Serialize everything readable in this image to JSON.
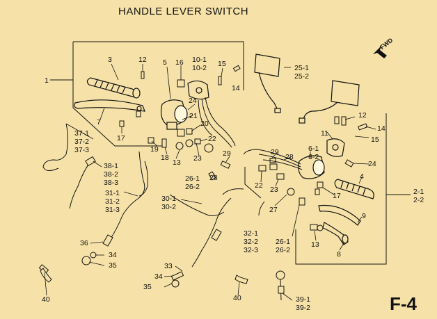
{
  "title": "HANDLE LEVER SWITCH",
  "page_code": "F-4",
  "direction_marker": "FWD",
  "callouts": [
    {
      "id": "c1",
      "text": "1"
    },
    {
      "id": "c3",
      "text": "3"
    },
    {
      "id": "c12a",
      "text": "12"
    },
    {
      "id": "c5",
      "text": "5"
    },
    {
      "id": "c16",
      "text": "16"
    },
    {
      "id": "c10",
      "text": "10-1\n10-2"
    },
    {
      "id": "c15a",
      "text": "15"
    },
    {
      "id": "c14a",
      "text": "14"
    },
    {
      "id": "c25",
      "text": "25-1\n25-2"
    },
    {
      "id": "c7",
      "text": "7"
    },
    {
      "id": "c17a",
      "text": "17"
    },
    {
      "id": "c24a",
      "text": "24"
    },
    {
      "id": "c21",
      "text": "21"
    },
    {
      "id": "c20",
      "text": "20"
    },
    {
      "id": "c22a",
      "text": "22"
    },
    {
      "id": "c19",
      "text": "19"
    },
    {
      "id": "c18",
      "text": "18"
    },
    {
      "id": "c13a",
      "text": "13"
    },
    {
      "id": "c23a",
      "text": "23"
    },
    {
      "id": "c29a",
      "text": "29"
    },
    {
      "id": "c37",
      "text": "37-1\n37-2\n37-3"
    },
    {
      "id": "c38",
      "text": "38-1\n38-2\n38-3"
    },
    {
      "id": "c26a",
      "text": "26-1\n26-2"
    },
    {
      "id": "c28",
      "text": "28"
    },
    {
      "id": "c31",
      "text": "31-1\n31-2\n31-3"
    },
    {
      "id": "c30",
      "text": "30-1\n30-2"
    },
    {
      "id": "c12b",
      "text": "12"
    },
    {
      "id": "c14b",
      "text": "14"
    },
    {
      "id": "c15b",
      "text": "15"
    },
    {
      "id": "c11",
      "text": "11"
    },
    {
      "id": "c29b",
      "text": "29"
    },
    {
      "id": "c28b",
      "text": "28"
    },
    {
      "id": "c6",
      "text": "6-1\n6-2"
    },
    {
      "id": "c24b",
      "text": "24"
    },
    {
      "id": "c22b",
      "text": "22"
    },
    {
      "id": "c23b",
      "text": "23"
    },
    {
      "id": "c4",
      "text": "4"
    },
    {
      "id": "c17b",
      "text": "17"
    },
    {
      "id": "c2",
      "text": "2-1\n2-2"
    },
    {
      "id": "c27",
      "text": "27"
    },
    {
      "id": "c9",
      "text": "9"
    },
    {
      "id": "c13b",
      "text": "13"
    },
    {
      "id": "c8",
      "text": "8"
    },
    {
      "id": "c32",
      "text": "32-1\n32-2\n32-3"
    },
    {
      "id": "c26b",
      "text": "26-1\n26-2"
    },
    {
      "id": "c36",
      "text": "36"
    },
    {
      "id": "c34a",
      "text": "34"
    },
    {
      "id": "c35a",
      "text": "35"
    },
    {
      "id": "c33",
      "text": "33"
    },
    {
      "id": "c34b",
      "text": "34"
    },
    {
      "id": "c35b",
      "text": "35"
    },
    {
      "id": "c40a",
      "text": "40"
    },
    {
      "id": "c40b",
      "text": "40"
    },
    {
      "id": "c39",
      "text": "39-1\n39-2"
    }
  ]
}
